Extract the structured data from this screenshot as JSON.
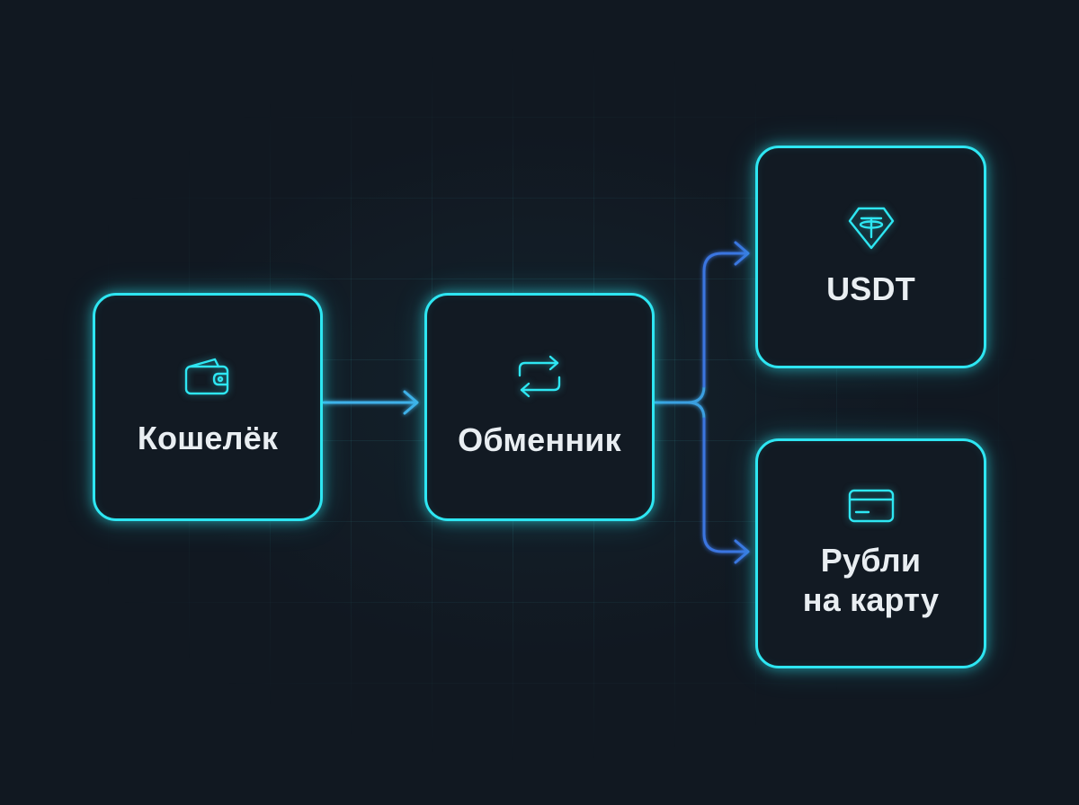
{
  "colors": {
    "background": "#111821",
    "node_border": "#2ee6f2",
    "node_fill": "#121a23",
    "label_text": "#e9eef2",
    "arrow_main": "#3fb0e8",
    "arrow_branch": "#3a74e0"
  },
  "nodes": {
    "wallet": {
      "label": "Кошелёк",
      "icon": "wallet-icon"
    },
    "exchange": {
      "label": "Обменник",
      "icon": "exchange-arrows-icon"
    },
    "usdt": {
      "label": "USDT",
      "icon": "tether-icon"
    },
    "rub": {
      "label_line1": "Рубли",
      "label_line2": "на карту",
      "icon": "bank-card-icon"
    }
  },
  "edges": [
    {
      "from": "wallet",
      "to": "exchange"
    },
    {
      "from": "exchange",
      "to": "usdt"
    },
    {
      "from": "exchange",
      "to": "rub"
    }
  ]
}
